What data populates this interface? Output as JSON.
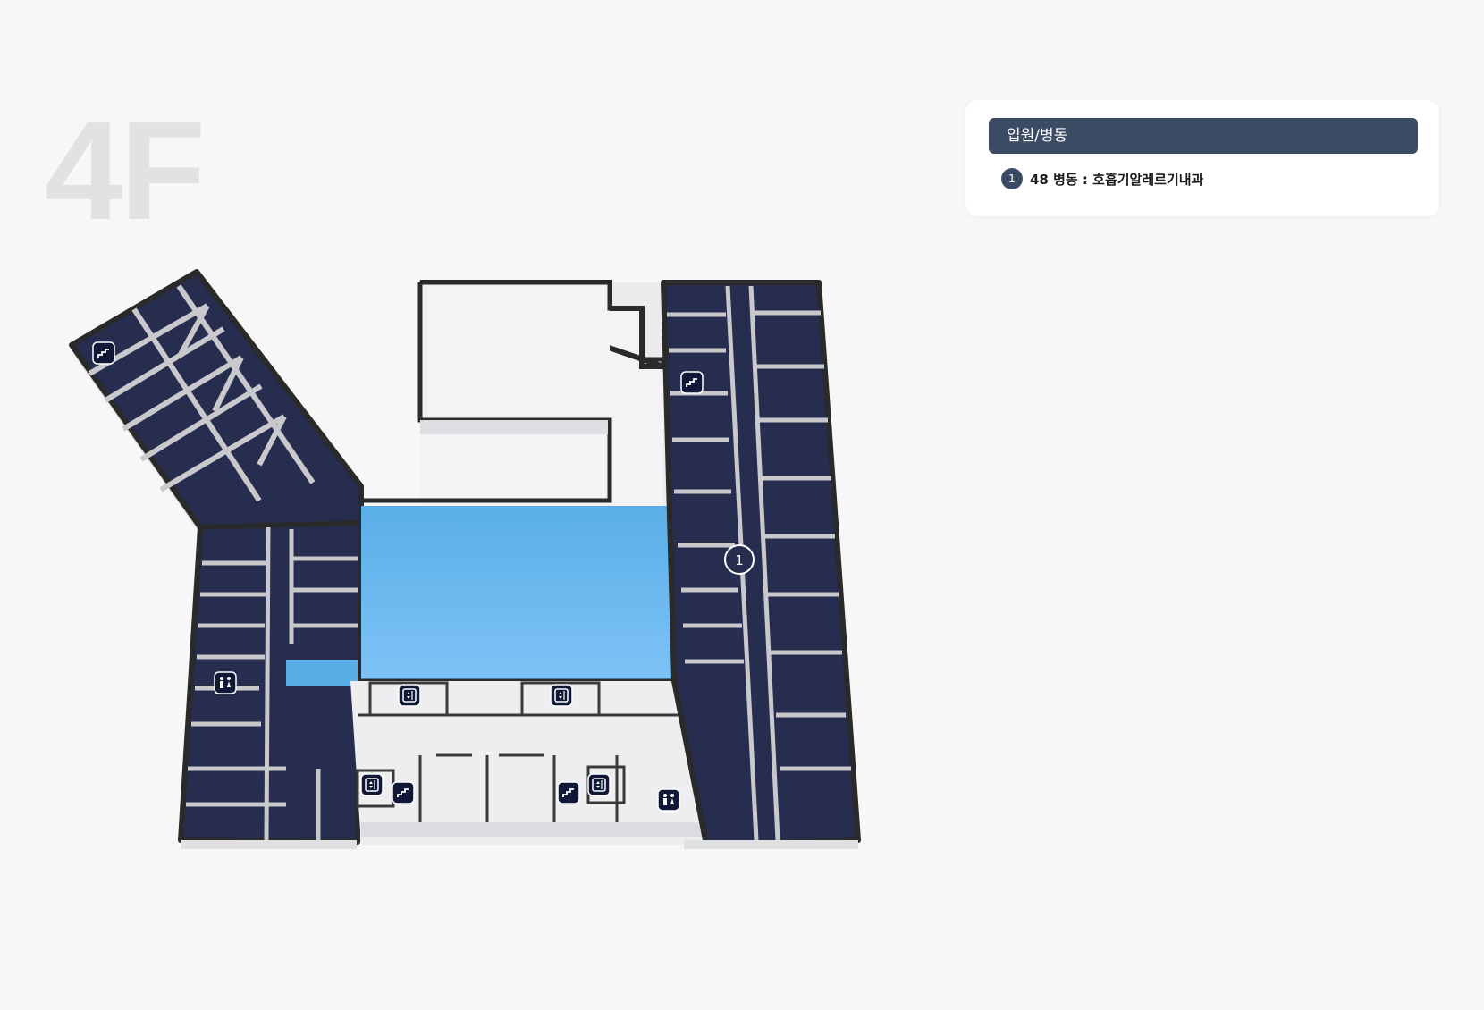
{
  "floor": {
    "label": "4F"
  },
  "legend": {
    "header": "입원/병동",
    "items": [
      {
        "number": "1",
        "text": "48 병동 : 호흡기알레르기내과"
      }
    ]
  },
  "map": {
    "markers": [
      {
        "number": "1"
      }
    ],
    "icons": [
      "stairs-icon",
      "elevator-icon",
      "restroom-icon"
    ]
  },
  "colors": {
    "ward_floor": "#262d4e",
    "courtyard": "#73b8ef",
    "legend_header": "#3b4b63",
    "background": "#f7f7f7"
  }
}
